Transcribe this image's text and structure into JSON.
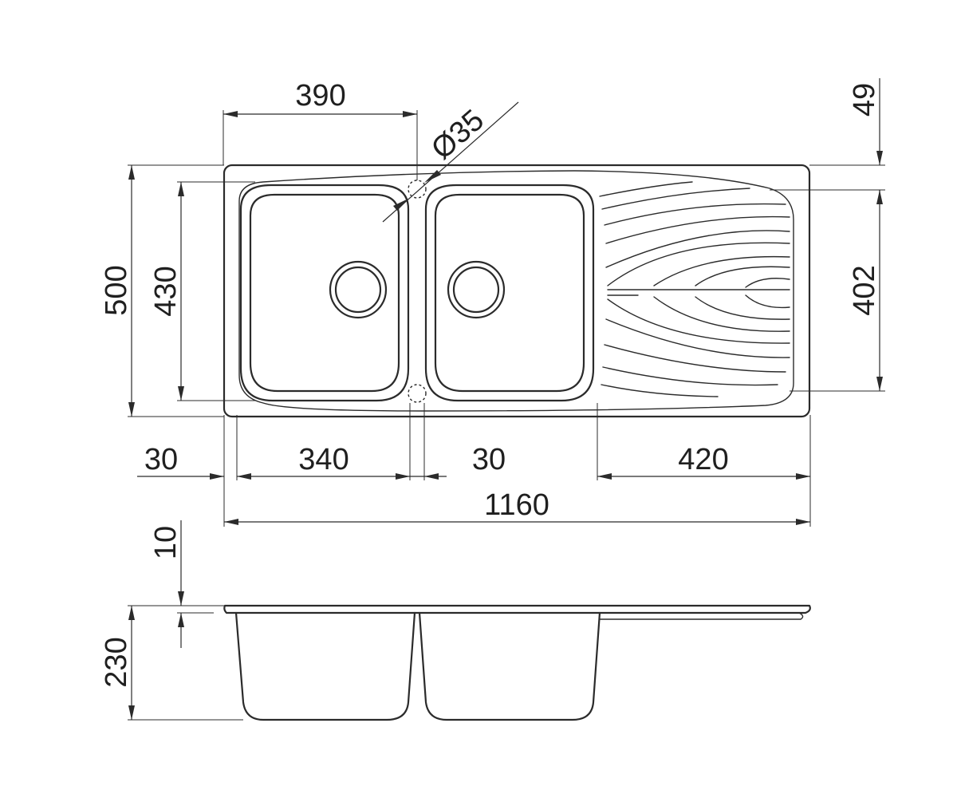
{
  "drawing": {
    "plan_view": {
      "overall_length": "1160",
      "overall_width": "500",
      "bowl_depth_plan": "430",
      "drainer_depth": "402",
      "top_offset": "49",
      "bowl_span": "390",
      "hole_diameter": "Ø35",
      "left_margin": "30",
      "bowl_width": "340",
      "bowl_gap": "30",
      "drainer_length": "420"
    },
    "section_view": {
      "rim_thickness": "10",
      "bowl_height": "230"
    }
  }
}
